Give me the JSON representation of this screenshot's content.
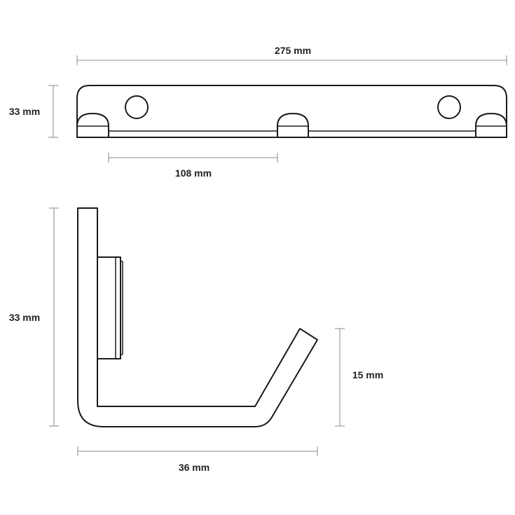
{
  "dimensions": {
    "overall_length": "275 mm",
    "plate_height": "33 mm",
    "hook_spacing": "108 mm",
    "side_height": "33 mm",
    "hook_tip_height": "15 mm",
    "hook_depth": "36 mm"
  },
  "colors": {
    "outline": "#1a1a1a",
    "dimension_line": "#8a8a8a",
    "label": "#222222",
    "background": "#ffffff"
  }
}
